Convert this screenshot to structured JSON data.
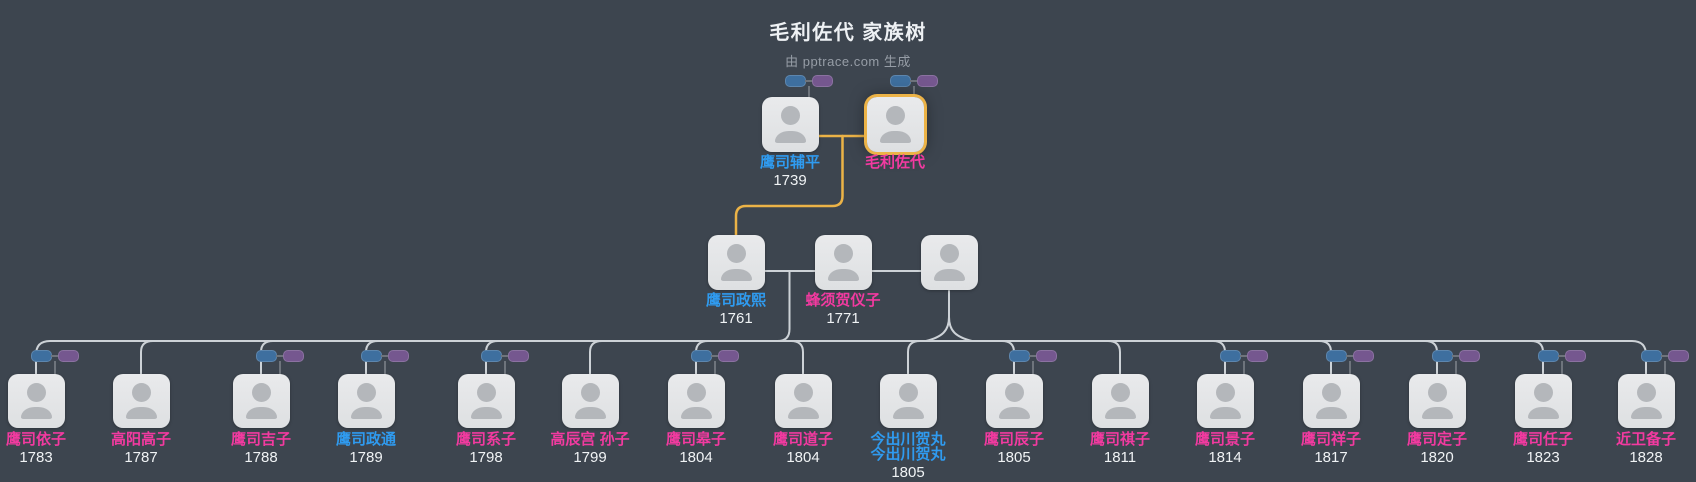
{
  "page": {
    "title": "毛利佐代 家族树",
    "subtitle": "由 pptrace.com 生成"
  },
  "colors": {
    "background": "#3d454f",
    "card_fill": "#e4e5e7",
    "avatar_gray": "#b4b7bb",
    "male_name": "#2f9bf0",
    "female_name": "#f23aa0",
    "year_text": "#f0f3f5",
    "title_text": "#eef1f4",
    "subtitle_text": "#969da6",
    "highlight_ring": "#ecb347",
    "connector_line": "#cdd2d7",
    "pill_connector": "#6e747c",
    "father_pill": "#3e6f9f",
    "mother_pill": "#75578f"
  },
  "tree": {
    "grandparents": [
      {
        "name": "鹰司辅平",
        "year": "1739",
        "gender": "male",
        "mini_parents": true,
        "highlighted": false
      },
      {
        "name": "毛利佐代",
        "year": "",
        "gender": "female",
        "mini_parents": true,
        "highlighted": true
      }
    ],
    "parents": [
      {
        "name": "鹰司政熙",
        "year": "1761",
        "gender": "male",
        "mini_parents": false,
        "highlighted": false
      },
      {
        "name": "蜂须贺仪子",
        "year": "1771",
        "gender": "female",
        "mini_parents": false,
        "highlighted": false
      },
      {
        "name": "",
        "year": "",
        "gender": "unknown",
        "mini_parents": false,
        "highlighted": false
      }
    ],
    "children": [
      {
        "name": "鹰司依子",
        "year": "1783",
        "gender": "female",
        "mini_parents": true
      },
      {
        "name": "高阳高子",
        "year": "1787",
        "gender": "female",
        "mini_parents": false
      },
      {
        "name": "鹰司吉子",
        "year": "1788",
        "gender": "female",
        "mini_parents": true
      },
      {
        "name": "鹰司政通",
        "year": "1789",
        "gender": "male",
        "mini_parents": true
      },
      {
        "name": "鹰司系子",
        "year": "1798",
        "gender": "female",
        "mini_parents": true
      },
      {
        "name": "高辰宫 孙子",
        "year": "1799",
        "gender": "female",
        "mini_parents": false
      },
      {
        "name": "鹰司皋子",
        "year": "1804",
        "gender": "female",
        "mini_parents": true
      },
      {
        "name": "鹰司道子",
        "year": "1804",
        "gender": "female",
        "mini_parents": false
      },
      {
        "name": "今出川贺丸",
        "name_line2": "今出川贺丸",
        "year": "1805",
        "gender": "male",
        "mini_parents": false
      },
      {
        "name": "鹰司辰子",
        "year": "1805",
        "gender": "female",
        "mini_parents": true
      },
      {
        "name": "鹰司祺子",
        "year": "1811",
        "gender": "female",
        "mini_parents": false
      },
      {
        "name": "鹰司景子",
        "year": "1814",
        "gender": "female",
        "mini_parents": true
      },
      {
        "name": "鹰司祥子",
        "year": "1817",
        "gender": "female",
        "mini_parents": true
      },
      {
        "name": "鹰司定子",
        "year": "1820",
        "gender": "female",
        "mini_parents": true
      },
      {
        "name": "鹰司任子",
        "year": "1823",
        "gender": "female",
        "mini_parents": true
      },
      {
        "name": "近卫备子",
        "year": "1828",
        "gender": "female",
        "mini_parents": true
      }
    ]
  }
}
